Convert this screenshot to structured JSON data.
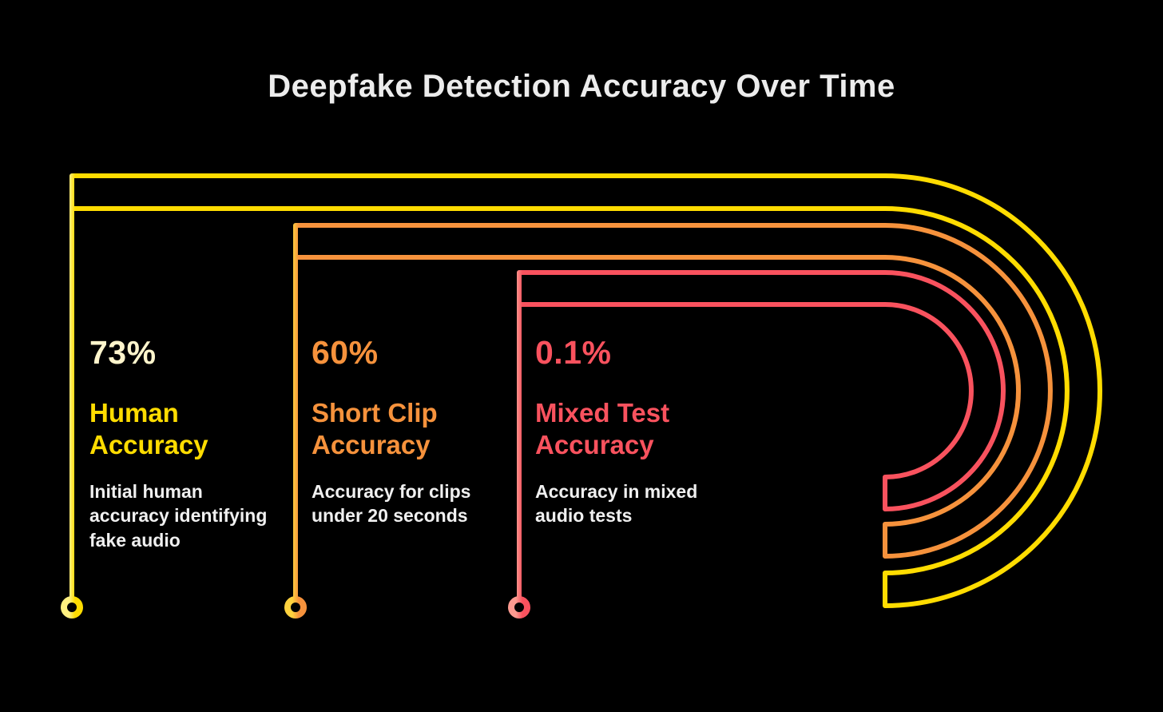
{
  "title": "Deepfake Detection Accuracy Over Time",
  "colors": {
    "background": "#000000",
    "title_text": "#ECECEC",
    "yellow": "#FFDC00",
    "yellow_edge": "#FFF080",
    "orange": "#F6923C",
    "orange_edge": "#FFD23E",
    "red": "#F9525E",
    "red_edge": "#FC9A90",
    "pale_value_text": "#FFF5CC",
    "description_text": "#F0F0F0"
  },
  "sections": [
    {
      "pct": "73%",
      "heading": "Human Accuracy",
      "desc": "Initial human accuracy identifying fake audio"
    },
    {
      "pct": "60%",
      "heading": "Short Clip Accuracy",
      "desc": "Accuracy for clips under 20 seconds"
    },
    {
      "pct": "0.1%",
      "heading": "Mixed Test Accuracy",
      "desc": "Accuracy in mixed audio tests"
    }
  ],
  "chart_data": {
    "type": "line",
    "variant": "concentric-loop-timeline-infographic",
    "title": "Deepfake Detection Accuracy Over Time",
    "categories": [
      "Human Accuracy",
      "Short Clip Accuracy",
      "Mixed Test Accuracy"
    ],
    "values": [
      73,
      60,
      0.1
    ],
    "units": "%",
    "annotations": [
      "Initial human accuracy identifying fake audio",
      "Accuracy for clips under 20 seconds",
      "Accuracy in mixed audio tests"
    ],
    "series_colors": [
      "#FFDC00",
      "#F6923C",
      "#F9525E"
    ],
    "legend": false,
    "grid": false,
    "background": "#000000"
  }
}
